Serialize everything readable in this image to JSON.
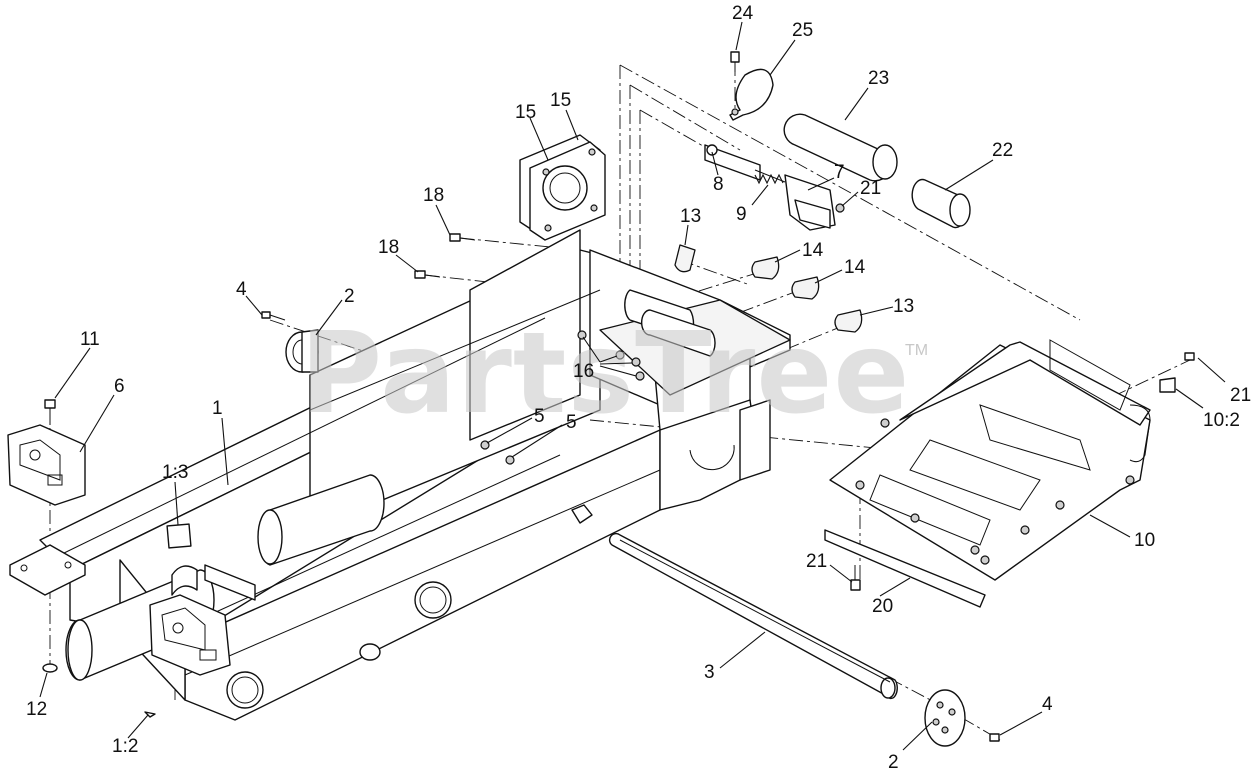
{
  "watermark": {
    "text": "PartsTree",
    "trademark": "TM"
  },
  "callouts": [
    {
      "id": "c24",
      "label": "24"
    },
    {
      "id": "c25",
      "label": "25"
    },
    {
      "id": "c23",
      "label": "23"
    },
    {
      "id": "c22",
      "label": "22"
    },
    {
      "id": "c15a",
      "label": "15"
    },
    {
      "id": "c15b",
      "label": "15"
    },
    {
      "id": "c18a",
      "label": "18"
    },
    {
      "id": "c18b",
      "label": "18"
    },
    {
      "id": "c8",
      "label": "8"
    },
    {
      "id": "c7",
      "label": "7"
    },
    {
      "id": "c9",
      "label": "9"
    },
    {
      "id": "c21a",
      "label": "21"
    },
    {
      "id": "c13a",
      "label": "13"
    },
    {
      "id": "c14a",
      "label": "14"
    },
    {
      "id": "c14b",
      "label": "14"
    },
    {
      "id": "c13b",
      "label": "13"
    },
    {
      "id": "c4a",
      "label": "4"
    },
    {
      "id": "c2a",
      "label": "2"
    },
    {
      "id": "c11",
      "label": "11"
    },
    {
      "id": "c6",
      "label": "6"
    },
    {
      "id": "c1",
      "label": "1"
    },
    {
      "id": "c16",
      "label": "16"
    },
    {
      "id": "c5a",
      "label": "5"
    },
    {
      "id": "c5b",
      "label": "5"
    },
    {
      "id": "c13_",
      "label": "1:3"
    },
    {
      "id": "c21b",
      "label": "21"
    },
    {
      "id": "c10_2",
      "label": "10:2"
    },
    {
      "id": "c10",
      "label": "10"
    },
    {
      "id": "c21c",
      "label": "21"
    },
    {
      "id": "c20",
      "label": "20"
    },
    {
      "id": "c3",
      "label": "3"
    },
    {
      "id": "c4b",
      "label": "4"
    },
    {
      "id": "c2b",
      "label": "2"
    },
    {
      "id": "c12",
      "label": "12"
    },
    {
      "id": "c1_2",
      "label": "1:2"
    }
  ]
}
